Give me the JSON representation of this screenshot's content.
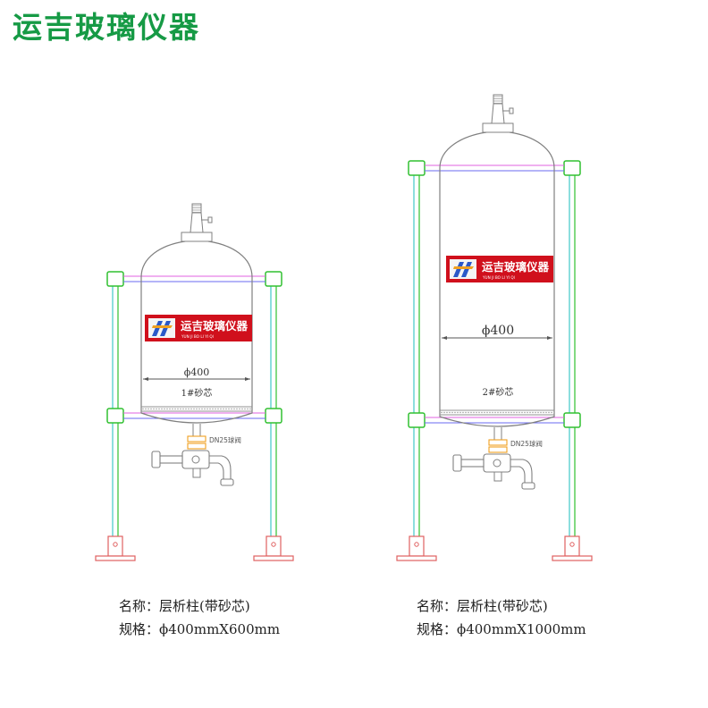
{
  "brand": {
    "title": "运吉玻璃仪器",
    "color": "#169a45"
  },
  "colors": {
    "outline": "#808080",
    "frame_cyan": "#40c8c8",
    "frame_green": "#30c030",
    "brace_magenta": "#e060e0",
    "brace_blue": "#6a6af0",
    "foot": "#e06060",
    "label_red": "#d0101c",
    "label_logo_blue": "#2a58c8",
    "label_logo_orange": "#f0a020",
    "frit": "#909090"
  },
  "columns": [
    {
      "label": {
        "logo": "logo-icon",
        "title": "运吉玻璃仪器",
        "subtitle": "YUN  JI  BO  LI  YI  QI"
      },
      "diameter": "ϕ400",
      "frit": "1#砂芯",
      "valve_note": "DN25球阀",
      "name_line": "名称：层析柱(带砂芯)",
      "spec_line": "规格：ϕ400mmX600mm"
    },
    {
      "label": {
        "logo": "logo-icon",
        "title": "运吉玻璃仪器",
        "subtitle": "YUN  JI  BO  LI  YI  QI"
      },
      "diameter": "ϕ400",
      "frit": "2#砂芯",
      "valve_note": "DN25球阀",
      "name_line": "名称：层析柱(带砂芯)",
      "spec_line": "规格：ϕ400mmX1000mm"
    }
  ]
}
